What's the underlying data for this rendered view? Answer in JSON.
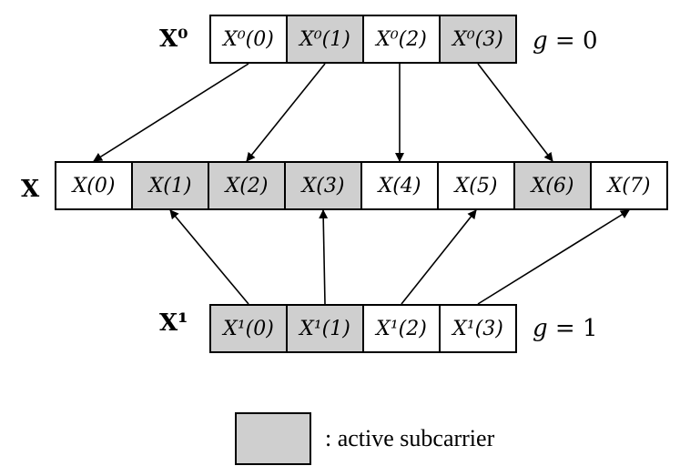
{
  "labels": {
    "x0": "X⁰",
    "x": "X",
    "x1": "X¹"
  },
  "groups": {
    "g0": {
      "var": "g",
      "text": " = 0"
    },
    "g1": {
      "var": "g",
      "text": " = 1"
    }
  },
  "top_row": [
    {
      "text": "X⁰(0)",
      "active": false
    },
    {
      "text": "X⁰(1)",
      "active": true
    },
    {
      "text": "X⁰(2)",
      "active": false
    },
    {
      "text": "X⁰(3)",
      "active": true
    }
  ],
  "middle_row": [
    {
      "text": "X(0)",
      "active": false
    },
    {
      "text": "X(1)",
      "active": true
    },
    {
      "text": "X(2)",
      "active": true
    },
    {
      "text": "X(3)",
      "active": true
    },
    {
      "text": "X(4)",
      "active": false
    },
    {
      "text": "X(5)",
      "active": false
    },
    {
      "text": "X(6)",
      "active": true
    },
    {
      "text": "X(7)",
      "active": false
    }
  ],
  "bottom_row": [
    {
      "text": "X¹(0)",
      "active": true
    },
    {
      "text": "X¹(1)",
      "active": true
    },
    {
      "text": "X¹(2)",
      "active": false
    },
    {
      "text": "X¹(3)",
      "active": false
    }
  ],
  "mapping": {
    "top_to_middle": [
      0,
      2,
      4,
      6
    ],
    "bottom_to_middle": [
      1,
      3,
      5,
      7
    ]
  },
  "legend": {
    "text": ": active subcarrier",
    "color": "#cfcfcf"
  }
}
